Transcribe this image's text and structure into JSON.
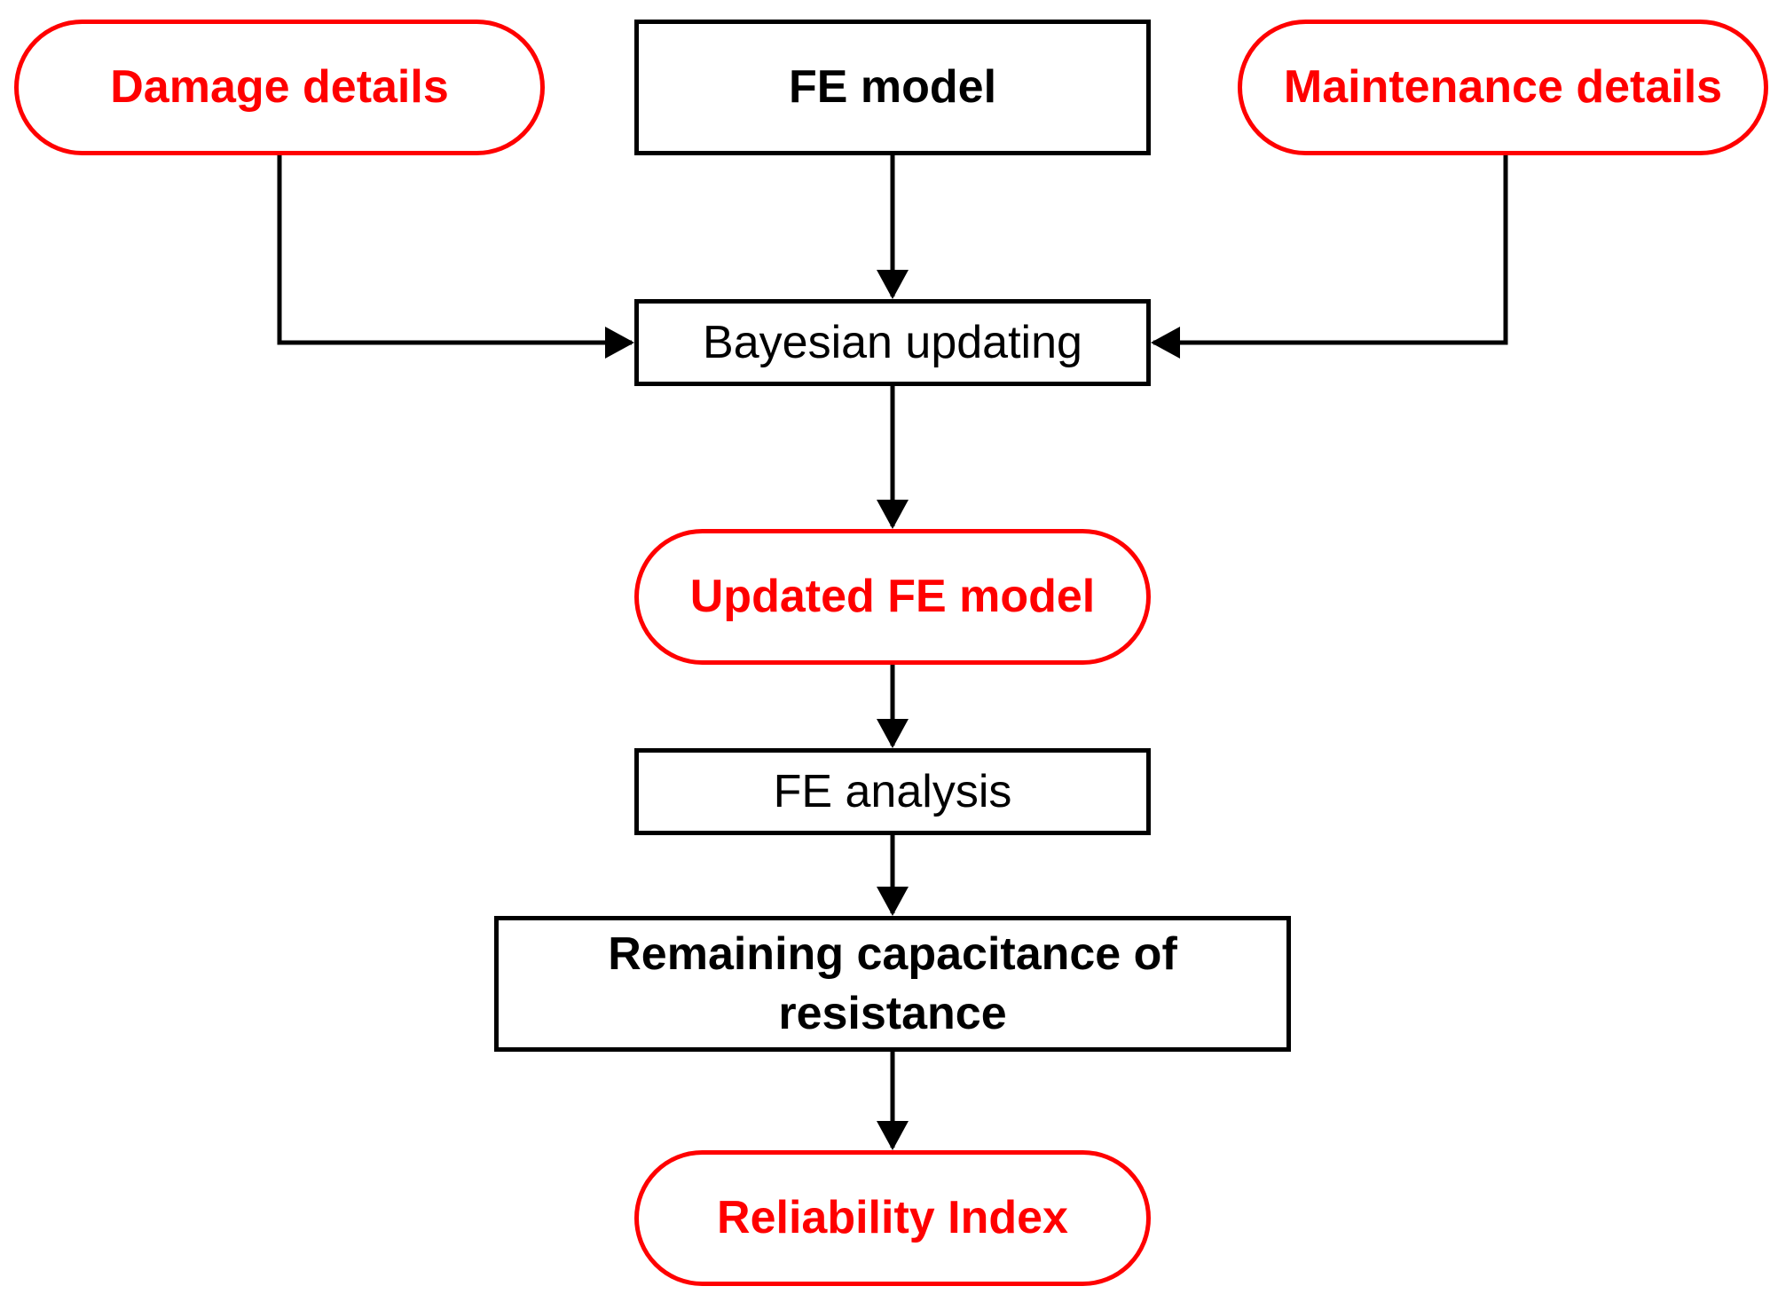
{
  "nodes": {
    "damage_details": "Damage details",
    "fe_model": "FE model",
    "maintenance_details": "Maintenance details",
    "bayesian_updating": "Bayesian updating",
    "updated_fe_model": "Updated FE model",
    "fe_analysis": "FE analysis",
    "remaining_capacitance": "Remaining capacitance of\nresistance",
    "reliability_index": "Reliability Index"
  },
  "colors": {
    "highlight": "#ff0000",
    "default": "#000000"
  }
}
